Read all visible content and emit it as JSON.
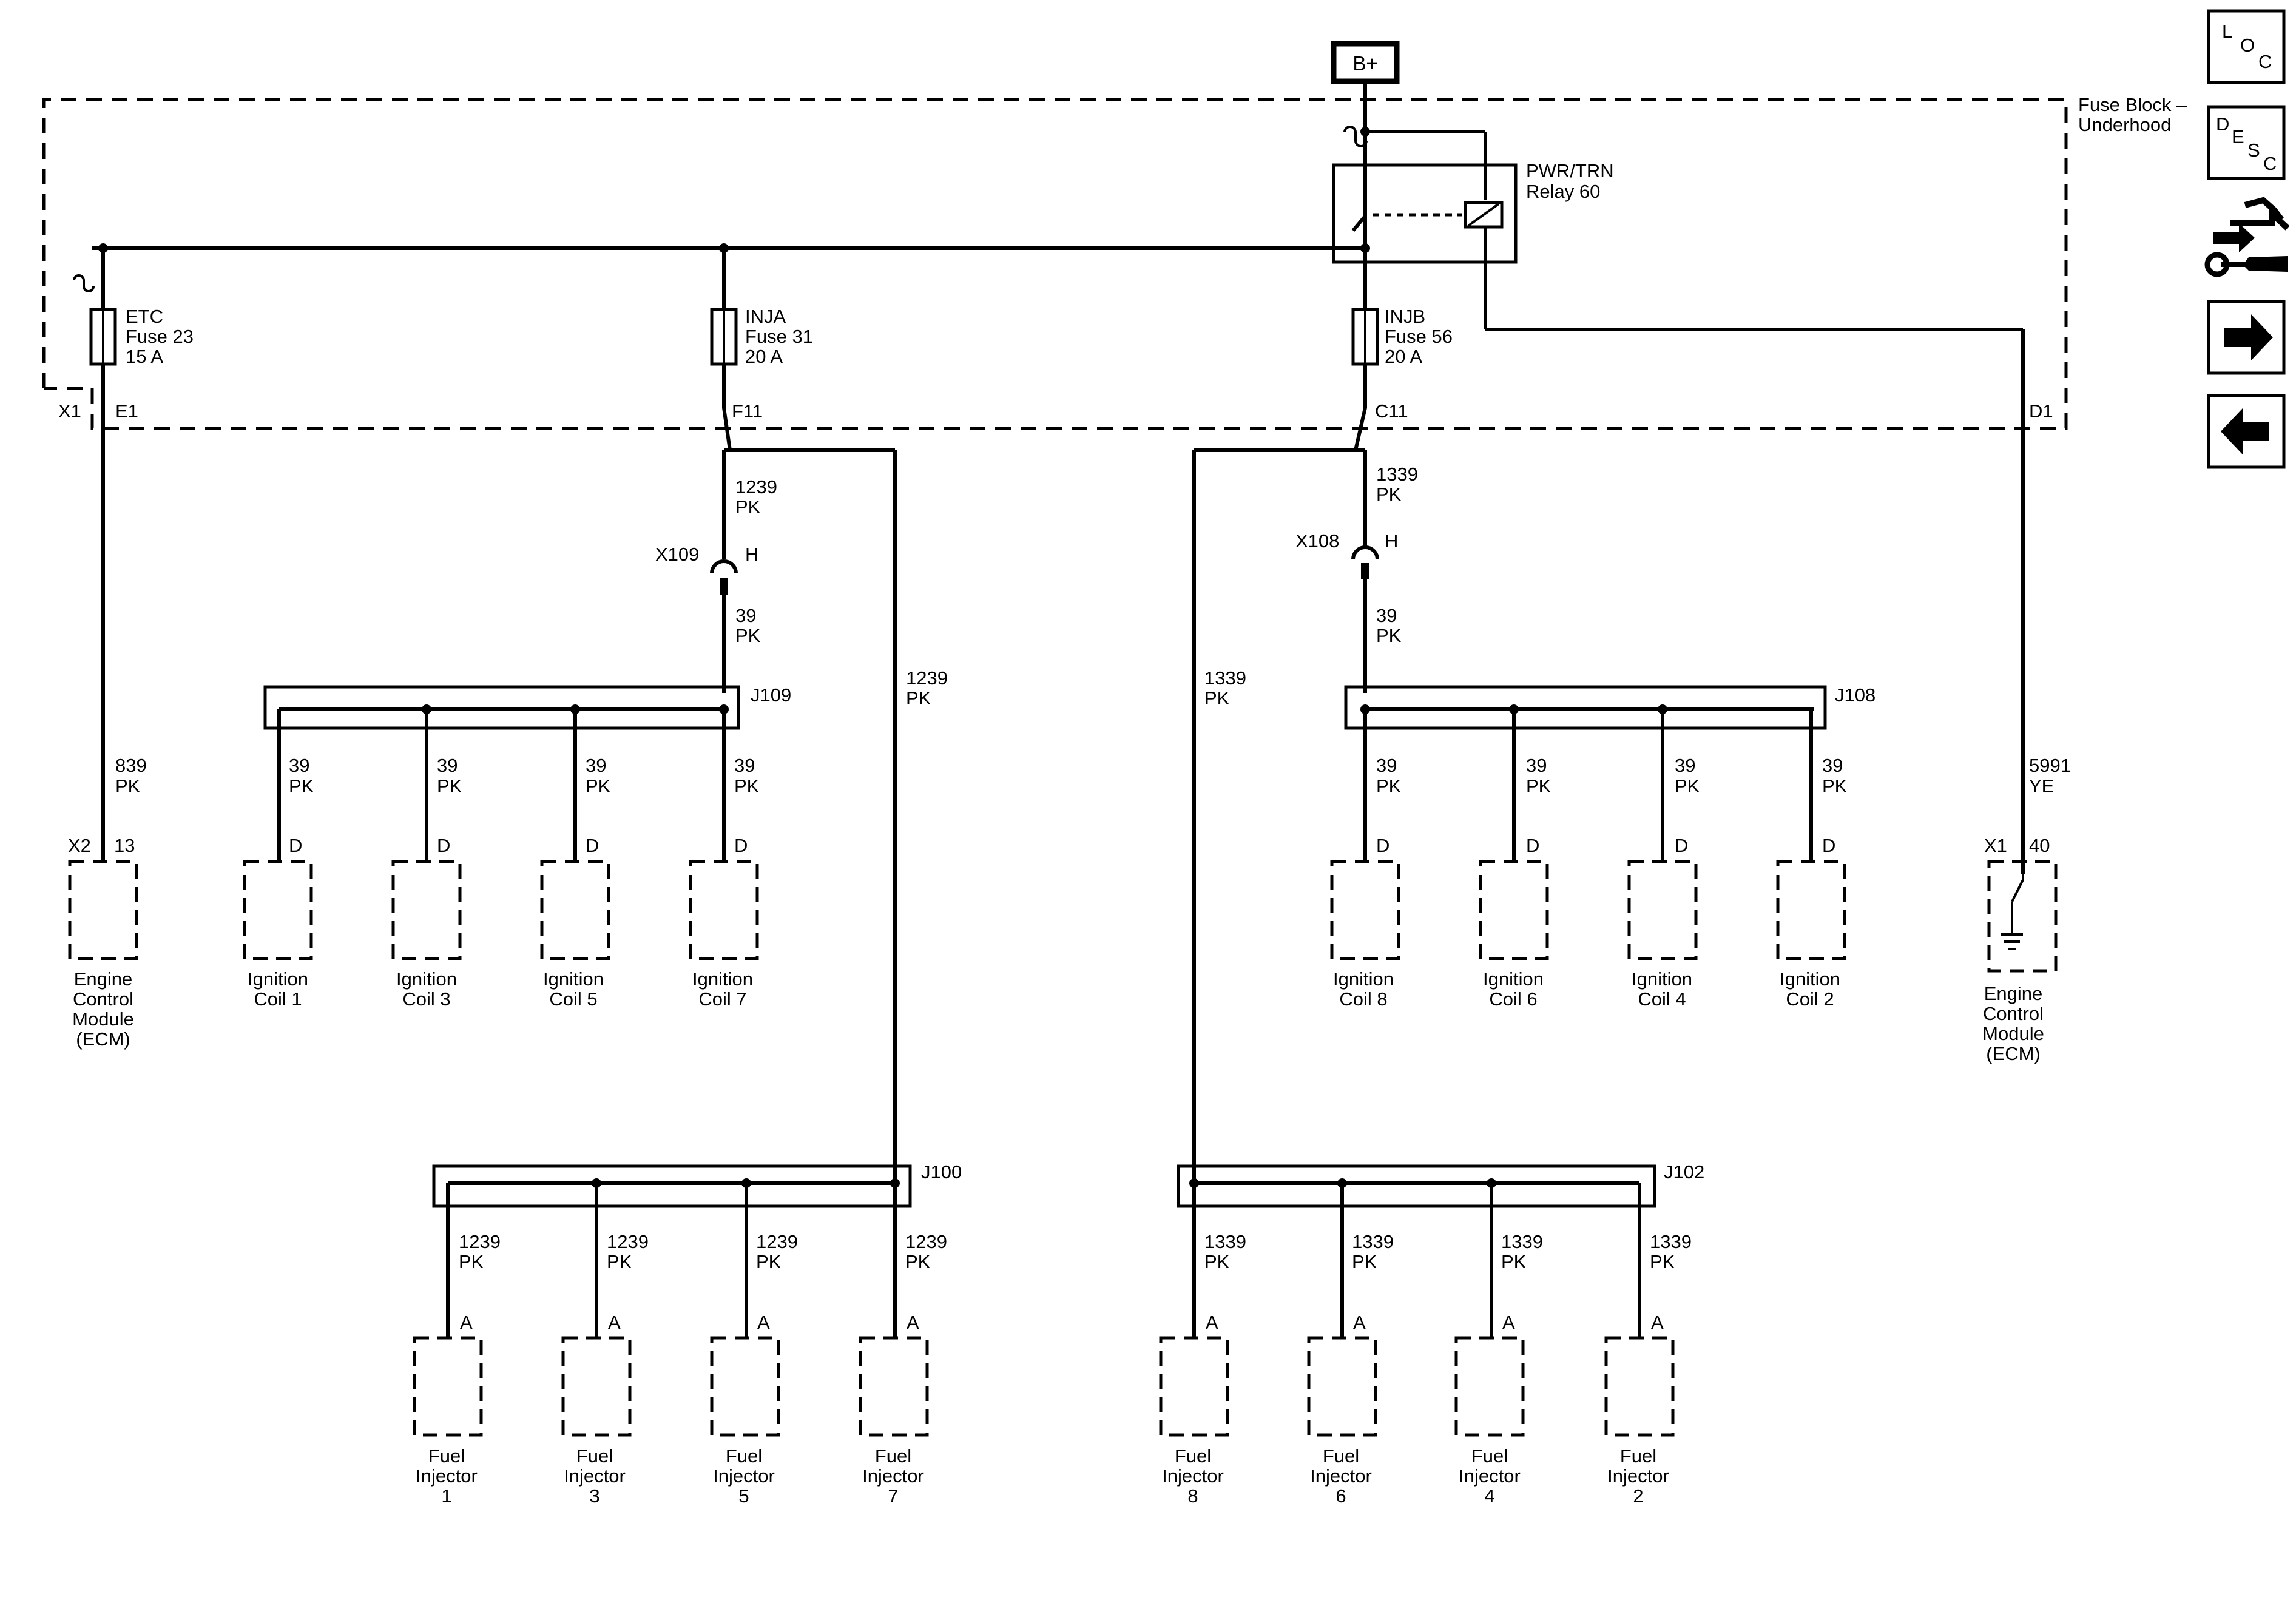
{
  "source": {
    "bplus": "B+"
  },
  "fuse_block": {
    "line1": "Fuse Block –",
    "line2": "Underhood"
  },
  "relay": {
    "line1": "PWR/TRN",
    "line2": "Relay 60"
  },
  "fuses": [
    {
      "line1": "ETC",
      "line2": "Fuse 23",
      "line3": "15 A"
    },
    {
      "line1": "INJA",
      "line2": "Fuse 31",
      "line3": "20 A"
    },
    {
      "line1": "INJB",
      "line2": "Fuse 56",
      "line3": "20 A"
    }
  ],
  "connectors": {
    "x1": "X1",
    "e1": "E1",
    "f11": "F11",
    "c11": "C11",
    "d1": "D1"
  },
  "inline": {
    "x109": "X109",
    "x109_pin": "H",
    "x108": "X108",
    "x108_pin": "H"
  },
  "splices": {
    "j109": "J109",
    "j108": "J108",
    "j100": "J100",
    "j102": "J102"
  },
  "circuits": {
    "c839": "839",
    "c1239": "1239",
    "c1339": "1339",
    "c39": "39",
    "c5991": "5991",
    "pk": "PK",
    "ye": "YE"
  },
  "ecm_left": {
    "conn": "X2",
    "pin": "13",
    "l1": "Engine",
    "l2": "Control",
    "l3": "Module",
    "l4": "(ECM)"
  },
  "ecm_right": {
    "conn": "X1",
    "pin": "40",
    "l1": "Engine",
    "l2": "Control",
    "l3": "Module",
    "l4": "(ECM)"
  },
  "ignition_coils": [
    {
      "pin": "D",
      "l1": "Ignition",
      "l2": "Coil 1"
    },
    {
      "pin": "D",
      "l1": "Ignition",
      "l2": "Coil 3"
    },
    {
      "pin": "D",
      "l1": "Ignition",
      "l2": "Coil 5"
    },
    {
      "pin": "D",
      "l1": "Ignition",
      "l2": "Coil 7"
    },
    {
      "pin": "D",
      "l1": "Ignition",
      "l2": "Coil 8"
    },
    {
      "pin": "D",
      "l1": "Ignition",
      "l2": "Coil 6"
    },
    {
      "pin": "D",
      "l1": "Ignition",
      "l2": "Coil 4"
    },
    {
      "pin": "D",
      "l1": "Ignition",
      "l2": "Coil 2"
    }
  ],
  "fuel_injectors": [
    {
      "pin": "A",
      "l1": "Fuel",
      "l2": "Injector",
      "l3": "1"
    },
    {
      "pin": "A",
      "l1": "Fuel",
      "l2": "Injector",
      "l3": "3"
    },
    {
      "pin": "A",
      "l1": "Fuel",
      "l2": "Injector",
      "l3": "5"
    },
    {
      "pin": "A",
      "l1": "Fuel",
      "l2": "Injector",
      "l3": "7"
    },
    {
      "pin": "A",
      "l1": "Fuel",
      "l2": "Injector",
      "l3": "8"
    },
    {
      "pin": "A",
      "l1": "Fuel",
      "l2": "Injector",
      "l3": "6"
    },
    {
      "pin": "A",
      "l1": "Fuel",
      "l2": "Injector",
      "l3": "4"
    },
    {
      "pin": "A",
      "l1": "Fuel",
      "l2": "Injector",
      "l3": "2"
    }
  ],
  "nav": {
    "loc": {
      "l": "L",
      "o": "O",
      "c": "C",
      "icon": "location-icon"
    },
    "desc": {
      "d": "D",
      "e": "E",
      "s": "S",
      "c": "C",
      "icon": "description-icon"
    },
    "tools": {
      "icon": "connector-tools-icon"
    },
    "next": {
      "icon": "arrow-right-icon"
    },
    "prev": {
      "icon": "arrow-left-icon"
    }
  }
}
